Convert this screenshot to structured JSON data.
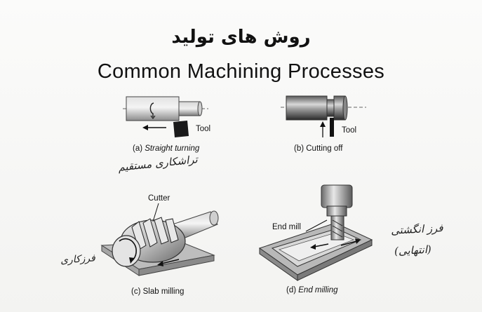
{
  "title_fa": "روش های تولید",
  "title_en": "Common Machining Processes",
  "figures": {
    "a": {
      "caption_prefix": "(a) ",
      "caption": "Straight turning",
      "tool_label": "Tool",
      "note": "تراشکاری مستقیم"
    },
    "b": {
      "caption": "(b) Cutting off",
      "tool_label": "Tool"
    },
    "c": {
      "caption": "(c) Slab milling",
      "cutter_label": "Cutter",
      "note": "فرزکاری"
    },
    "d": {
      "caption_prefix": "(d) ",
      "caption": "End milling",
      "tool_label": "End mill",
      "note_line1": "فرز انگشتی",
      "note_line2": "(انتهایی)"
    }
  }
}
